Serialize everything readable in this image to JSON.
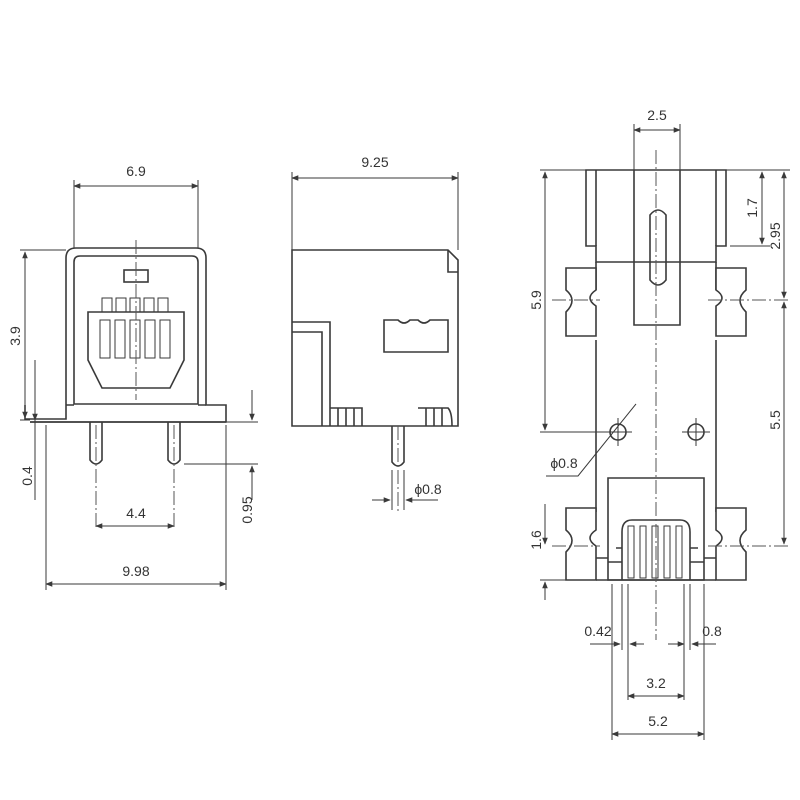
{
  "front_view": {
    "width_top": "6.9",
    "height": "3.9",
    "pin_below": "0.4",
    "pin_spacing": "4.4",
    "pin_length": "0.95",
    "overall_width": "9.98"
  },
  "side_view": {
    "length": "9.25",
    "pin_diameter": "ϕ0.8"
  },
  "footprint_view": {
    "top_width": "2.5",
    "tab_height": "1.7",
    "top_offset": "2.95",
    "upper_height": "5.9",
    "lower_height": "5.5",
    "hole_diameter": "ϕ0.8",
    "bottom_tab": "1.6",
    "pad_width": "0.42",
    "pad_pitch": "0.8",
    "pads_span": "3.2",
    "outer_span": "5.2"
  }
}
